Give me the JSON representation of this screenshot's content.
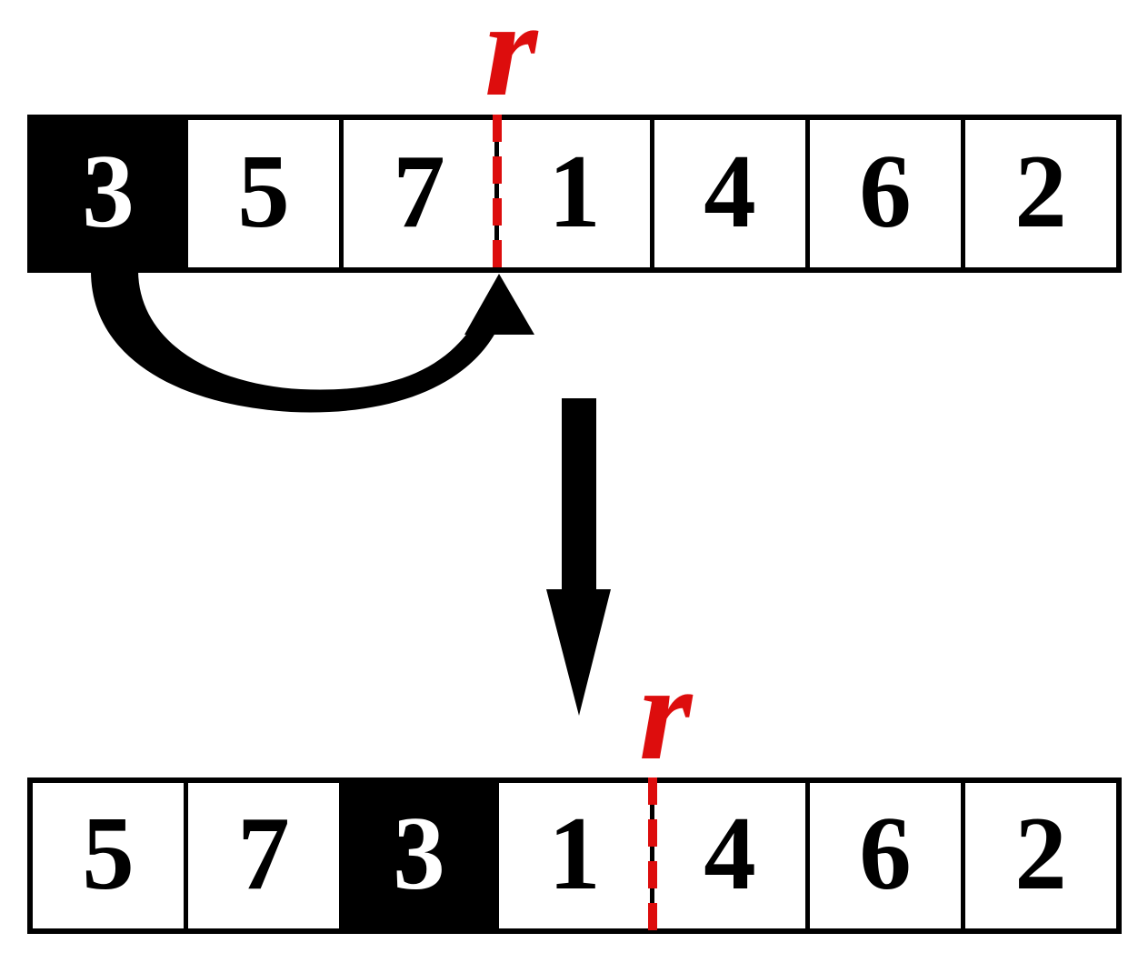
{
  "diagram": {
    "title_none_visible": "",
    "pointer_label": "r",
    "before": {
      "cells": [
        "3",
        "5",
        "7",
        "1",
        "4",
        "6",
        "2"
      ],
      "highlighted_index": 0,
      "pointer_label": "r",
      "pointer_after_index": 2
    },
    "after": {
      "cells": [
        "5",
        "7",
        "3",
        "1",
        "4",
        "6",
        "2"
      ],
      "highlighted_index": 2,
      "pointer_label": "r",
      "pointer_after_index": 3
    },
    "colors": {
      "pointer_red": "#dd0d0d",
      "highlight_fill": "#000000",
      "highlight_text": "#ffffff",
      "cell_border": "#000000",
      "background": "#ffffff"
    }
  }
}
